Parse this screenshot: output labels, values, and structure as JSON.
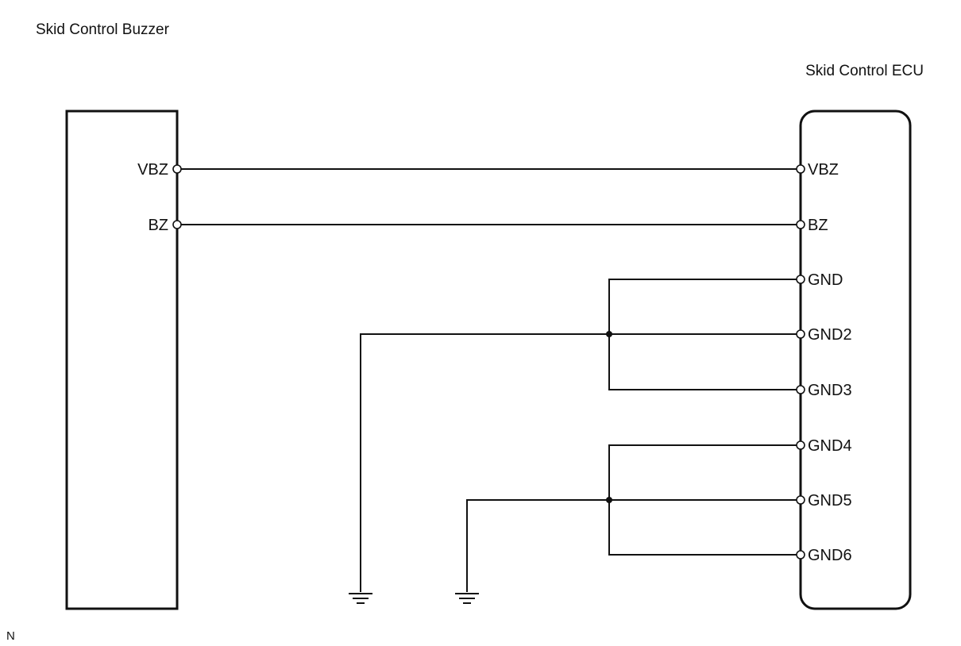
{
  "buzzer": {
    "title": "Skid Control Buzzer",
    "pins": [
      "VBZ",
      "BZ"
    ]
  },
  "ecu": {
    "title": "Skid Control ECU",
    "pins": [
      "VBZ",
      "BZ",
      "GND",
      "GND2",
      "GND3",
      "GND4",
      "GND5",
      "GND6"
    ]
  },
  "footnote": "N",
  "connections": [
    {
      "from": "Skid Control Buzzer VBZ",
      "to": "Skid Control ECU VBZ"
    },
    {
      "from": "Skid Control Buzzer BZ",
      "to": "Skid Control ECU BZ"
    },
    {
      "group": [
        "GND",
        "GND2",
        "GND3"
      ],
      "to": "ground"
    },
    {
      "group": [
        "GND4",
        "GND5",
        "GND6"
      ],
      "to": "ground"
    }
  ],
  "colors": {
    "line": "#111111",
    "background": "#ffffff"
  }
}
